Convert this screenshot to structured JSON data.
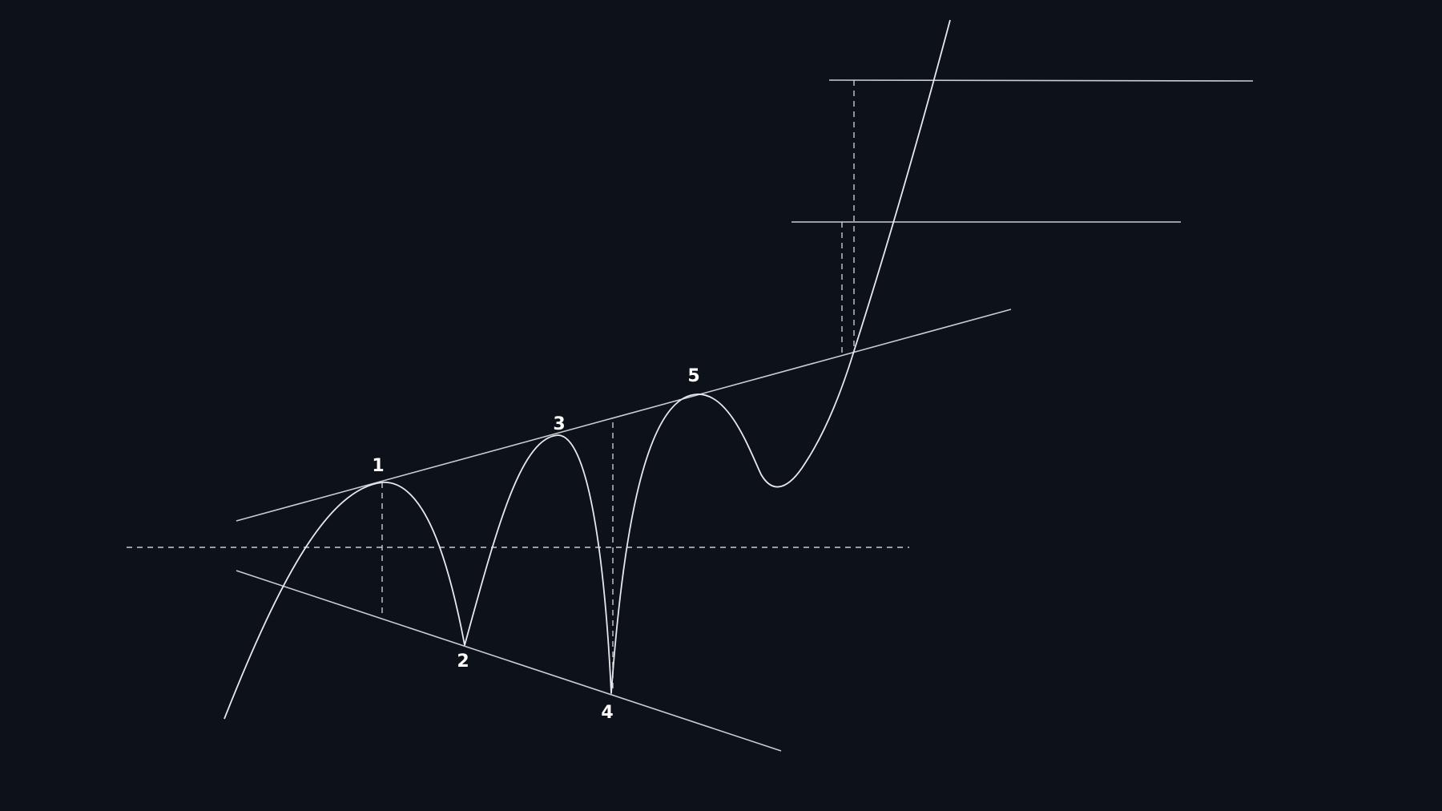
{
  "diagram": {
    "pattern": "broadening-wedge-breakout",
    "background_color": "#0d121a",
    "line_color": "#c9ccd1",
    "path_color": "#e6e8eb",
    "label_color": "#ffffff",
    "pivots": [
      {
        "id": "p1",
        "label": "1"
      },
      {
        "id": "p2",
        "label": "2"
      },
      {
        "id": "p3",
        "label": "3"
      },
      {
        "id": "p4",
        "label": "4"
      },
      {
        "id": "p5",
        "label": "5"
      }
    ]
  }
}
